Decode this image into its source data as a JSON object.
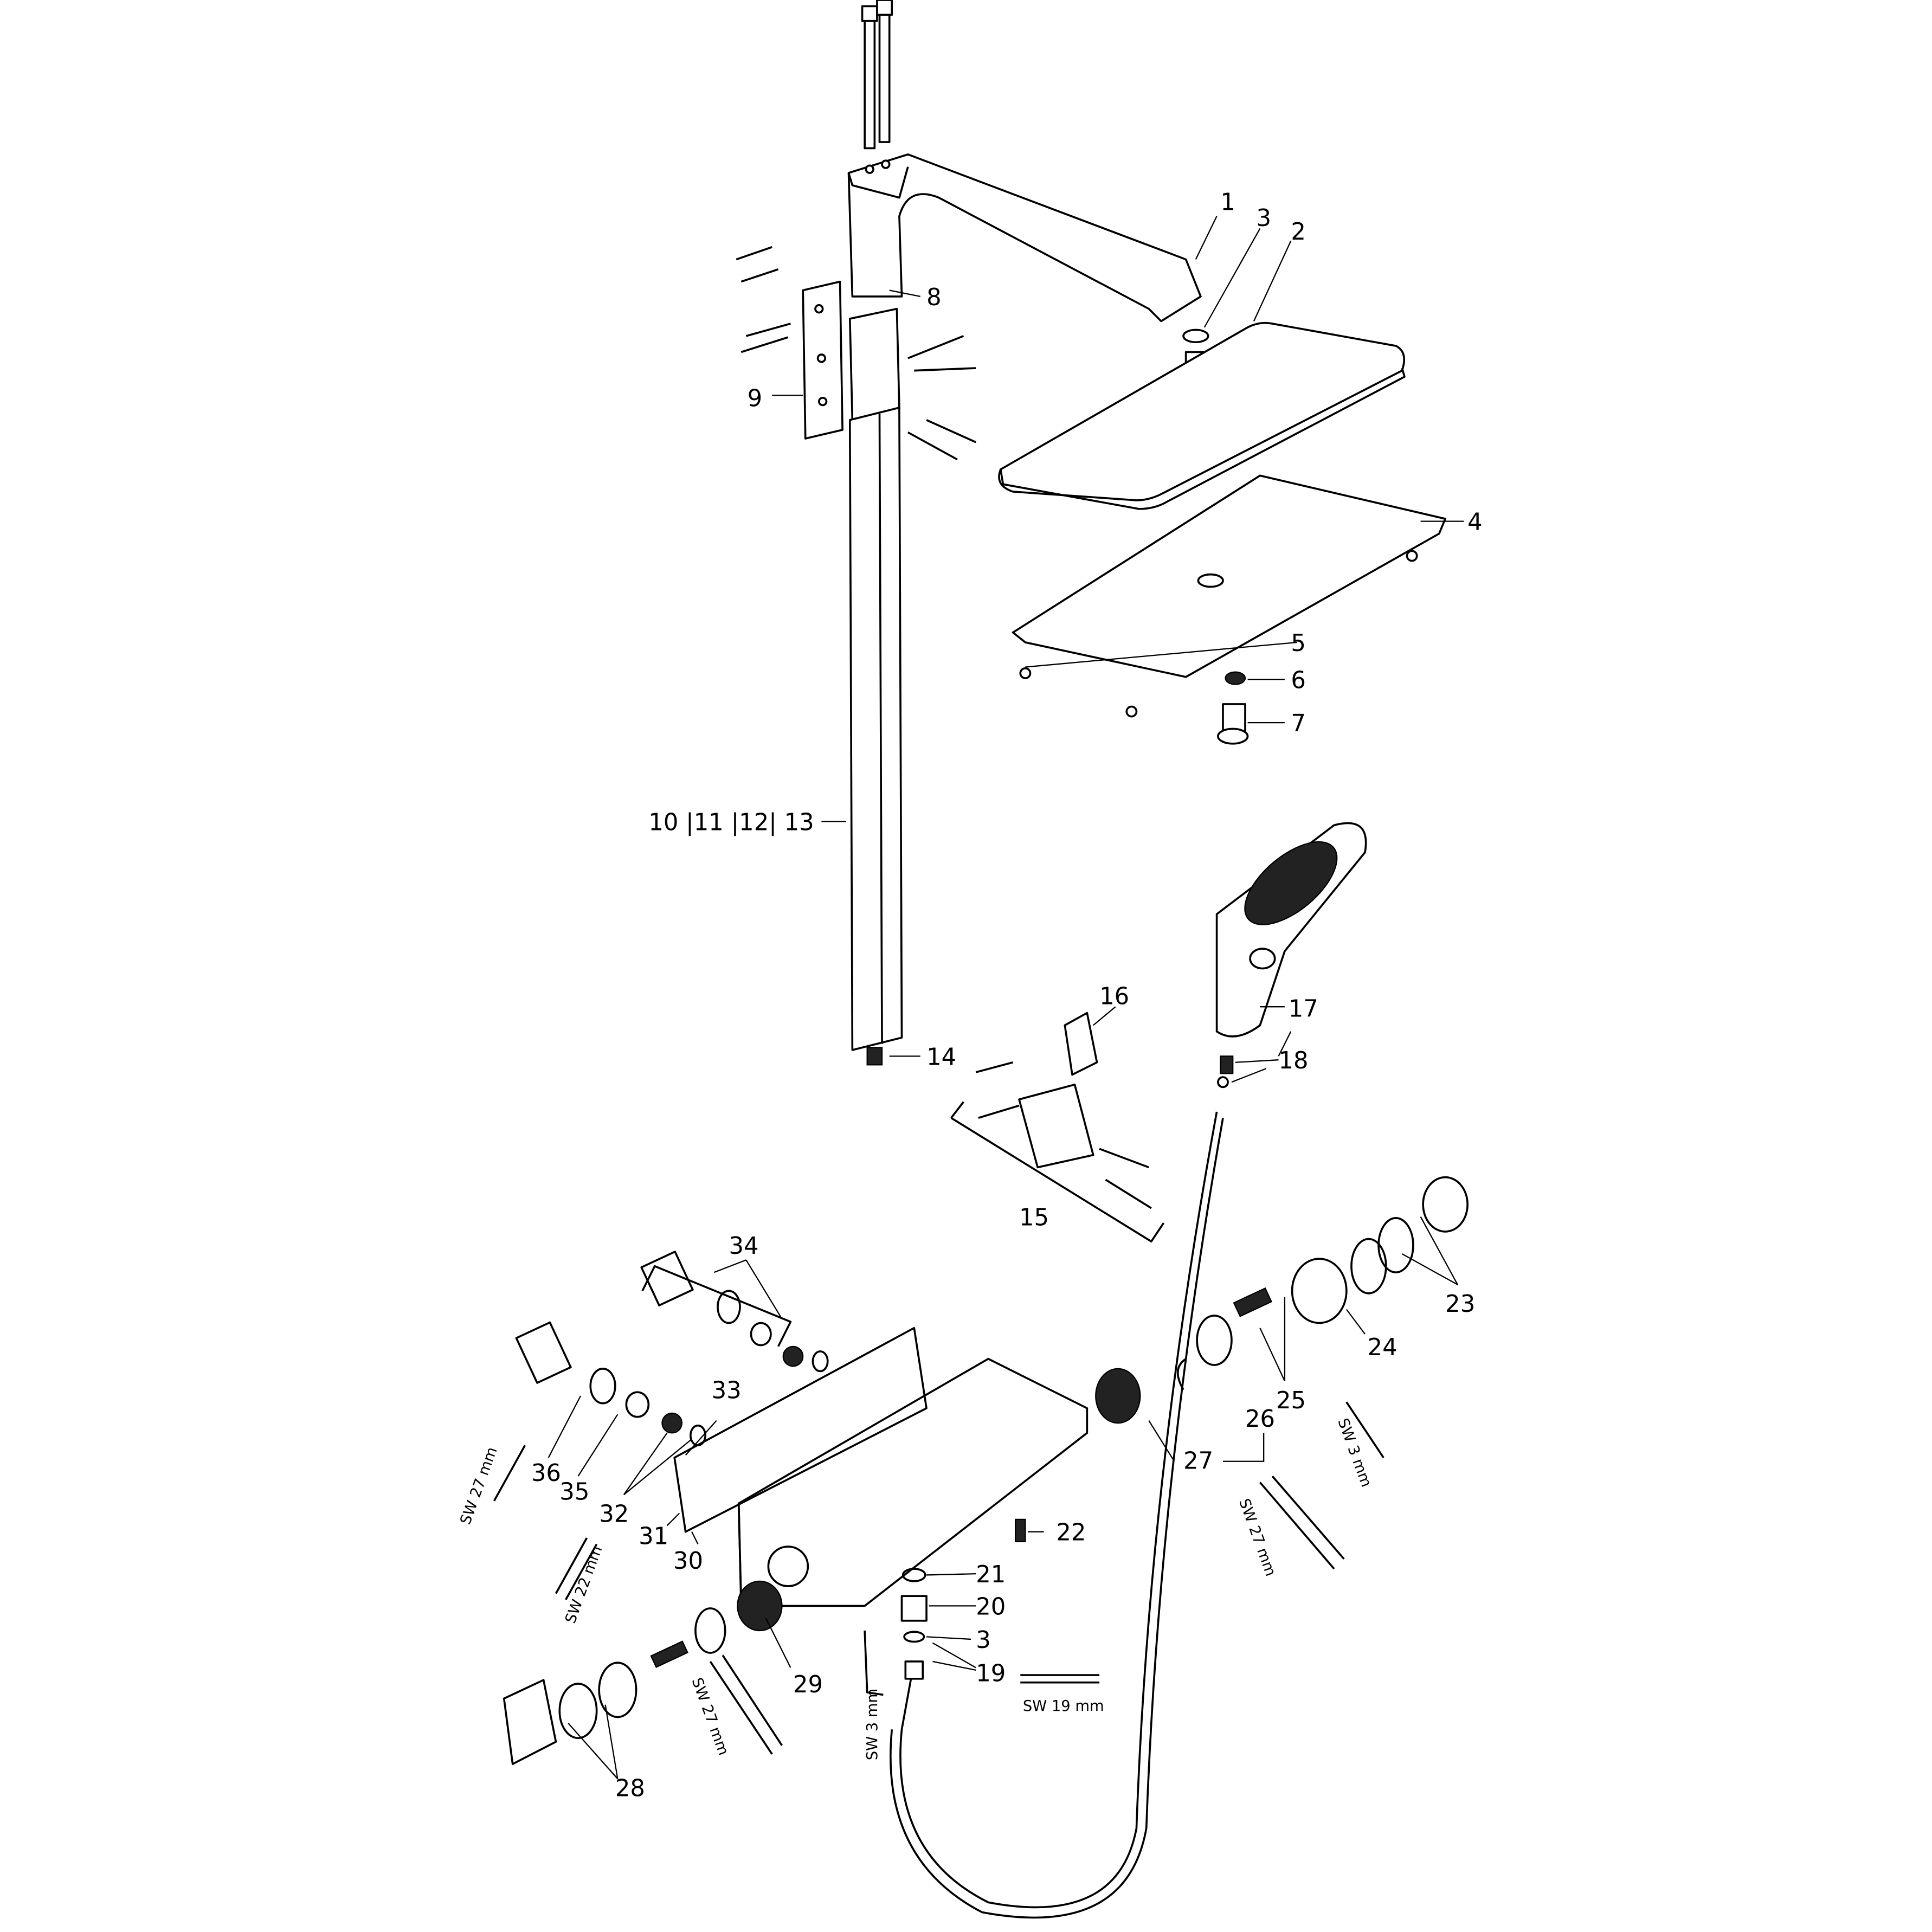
{
  "callouts": {
    "c1": "1",
    "c2": "2",
    "c3a": "3",
    "c4": "4",
    "c5": "5",
    "c6": "6",
    "c7": "7",
    "c8": "8",
    "c9": "9",
    "c10_13": "10 |11 |12| 13",
    "c14": "14",
    "c15": "15",
    "c16": "16",
    "c17": "17",
    "c18": "18",
    "c19": "19",
    "c20": "20",
    "c21": "21",
    "c22": "22",
    "c3b": "3",
    "c23": "23",
    "c24": "24",
    "c25": "25",
    "c26": "26",
    "c27": "27",
    "c28": "28",
    "c29": "29",
    "c30": "30",
    "c31": "31",
    "c32": "32",
    "c33": "33",
    "c34": "34",
    "c35": "35",
    "c36": "36"
  },
  "tools": {
    "sw27_left": "SW 27 mm",
    "sw22": "SW 22 mm",
    "sw3_right": "SW 3 mm",
    "sw27_right": "SW 27 mm",
    "sw27_bottom": "SW 27 mm",
    "sw3_bottom": "SW 3 mm",
    "sw19": "SW 19 mm"
  }
}
